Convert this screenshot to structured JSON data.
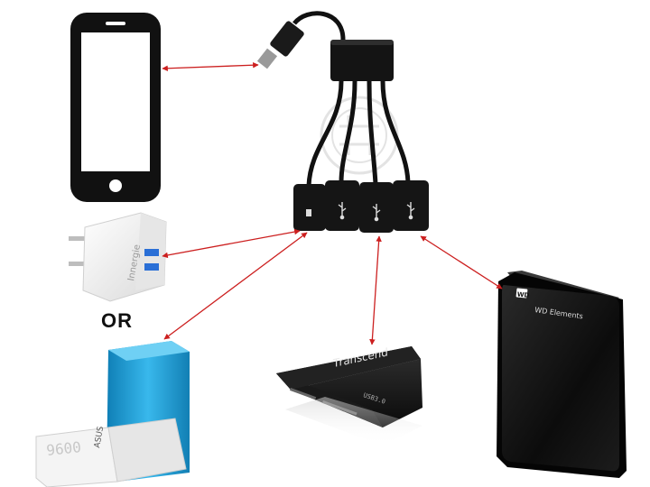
{
  "labels": {
    "or": "OR",
    "charger_brand": "Innergie",
    "cardreader_brand": "Transcend",
    "cardreader_port": "USB3.0",
    "hdd_brand": "WD Elements",
    "hdd_logo": "WD",
    "powerbank_brand": "ASUS",
    "powerbank_capacity": "9600"
  },
  "colors": {
    "arrow": "#cc1f1f",
    "device_black": "#111111",
    "powerbank_blue": "#1f9fd6",
    "charger_white": "#f2f2f2"
  },
  "icons": {
    "hub_ports": [
      "power-port-icon",
      "usb-icon",
      "usb-icon",
      "usb-icon"
    ]
  }
}
